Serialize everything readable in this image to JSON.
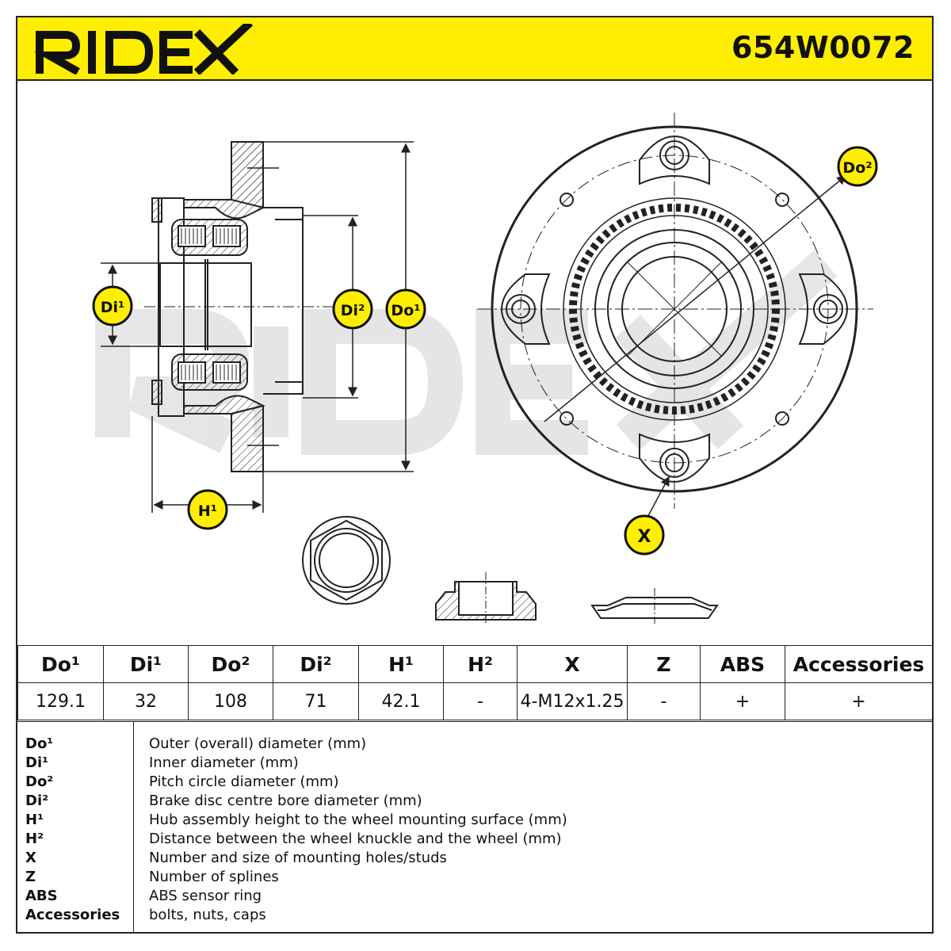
{
  "header": {
    "brand": "RIDEX",
    "part_number": "654W0072",
    "brand_color": "#111111",
    "accent_color": "#ffee00"
  },
  "drawing": {
    "labels": {
      "do1": "Do¹",
      "di1": "Di¹",
      "do2": "Do²",
      "di2": "Di²",
      "h1": "H¹",
      "x": "X"
    },
    "watermark": "RIDEX"
  },
  "spec_table": {
    "headers": [
      "Do¹",
      "Di¹",
      "Do²",
      "Di²",
      "H¹",
      "H²",
      "X",
      "Z",
      "ABS",
      "Accessories"
    ],
    "values": [
      "129.1",
      "32",
      "108",
      "71",
      "42.1",
      "-",
      "4-M12x1.25",
      "-",
      "+",
      "+"
    ]
  },
  "legend": [
    {
      "key": "Do¹",
      "desc": "Outer (overall) diameter (mm)"
    },
    {
      "key": "Di¹",
      "desc": "Inner diameter (mm)"
    },
    {
      "key": "Do²",
      "desc": "Pitch circle diameter (mm)"
    },
    {
      "key": "Di²",
      "desc": "Brake disc centre bore diameter (mm)"
    },
    {
      "key": "H¹",
      "desc": "Hub assembly height to the wheel mounting surface (mm)"
    },
    {
      "key": "H²",
      "desc": "Distance between the wheel knuckle and the wheel (mm)"
    },
    {
      "key": "X",
      "desc": "Number and size of mounting holes/studs"
    },
    {
      "key": "Z",
      "desc": "Number of splines"
    },
    {
      "key": "ABS",
      "desc": "ABS sensor ring"
    },
    {
      "key": "Accessories",
      "desc": "bolts, nuts, caps"
    }
  ]
}
